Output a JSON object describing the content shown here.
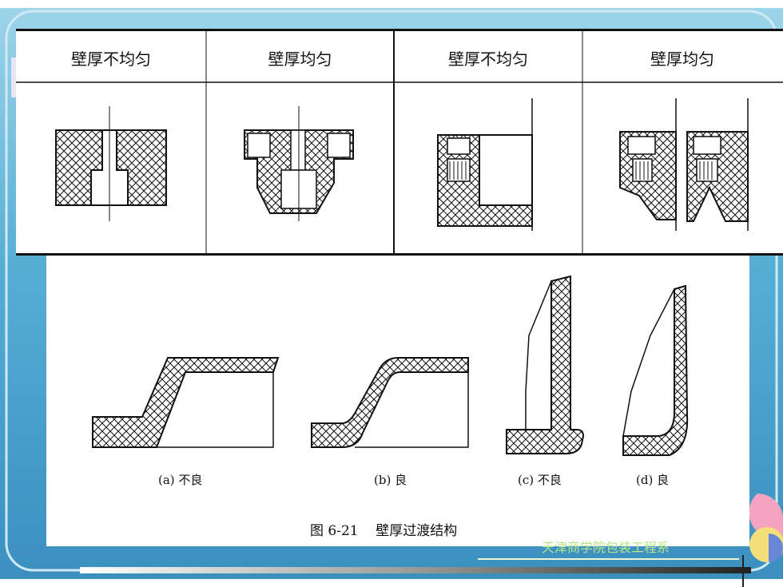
{
  "table": {
    "headers": [
      "壁厚不均匀",
      "壁厚均匀",
      "壁厚不均匀",
      "壁厚均匀"
    ]
  },
  "figure": {
    "captions": [
      "(a) 不良",
      "(b) 良",
      "(c) 不良",
      "(d) 良"
    ],
    "title": "图 6-21    壁厚过渡结构"
  },
  "footer": {
    "text": "天津商学院包装工程系"
  },
  "colors": {
    "background": "#3f9bc7",
    "footer_text": "#b9e58c"
  }
}
